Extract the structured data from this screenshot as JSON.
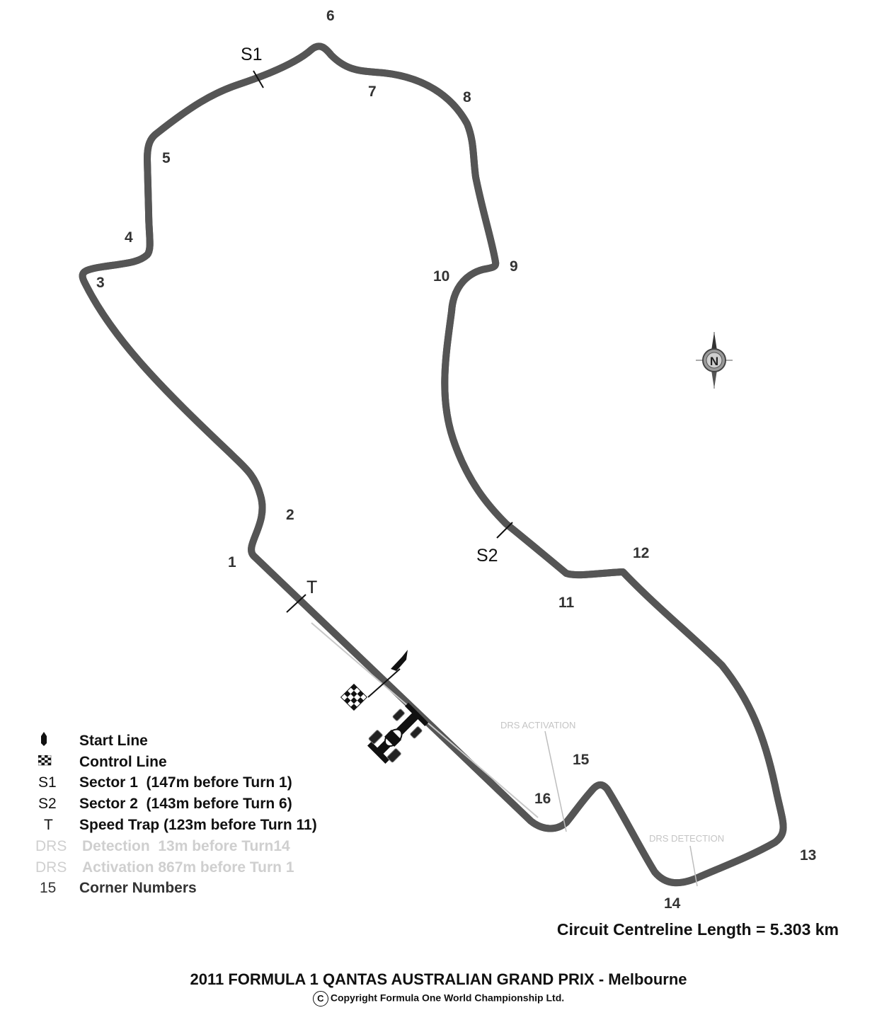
{
  "corners": [
    "1",
    "2",
    "3",
    "4",
    "5",
    "6",
    "7",
    "8",
    "9",
    "10",
    "11",
    "12",
    "13",
    "14",
    "15",
    "16"
  ],
  "sectors": {
    "s1": "S1",
    "s2": "S2",
    "t": "T"
  },
  "drs_labels": {
    "activation": "DRS ACTIVATION",
    "detection": "DRS DETECTION"
  },
  "legend": [
    {
      "symbol": "",
      "icon": "start-line-flag-icon",
      "text": "Start Line",
      "style": "normal"
    },
    {
      "symbol": "",
      "icon": "checkered-flag-icon",
      "text": "Control Line",
      "style": "normal"
    },
    {
      "symbol": "S1",
      "text": "Sector 1  (147m before Turn 1)",
      "style": "normal"
    },
    {
      "symbol": "S2",
      "text": "Sector 2  (143m before Turn 6)",
      "style": "normal"
    },
    {
      "symbol": "T",
      "text": "Speed Trap (123m before Turn 11)",
      "style": "normal"
    },
    {
      "symbol": "DRS",
      "text": "Detection  13m before Turn14",
      "style": "drs"
    },
    {
      "symbol": "DRS",
      "text": "Activation 867m before Turn 1",
      "style": "drs"
    },
    {
      "symbol": "15",
      "text": "Corner Numbers",
      "style": "corner"
    }
  ],
  "circuit_length": "Circuit Centreline Length = 5.303 km",
  "title": "2011 FORMULA 1 QANTAS AUSTRALIAN GRAND PRIX - Melbourne",
  "copyright_symbol": "C",
  "copyright_text": "Copyright Formula One World Championship Ltd.",
  "compass_letter": "N",
  "colors": {
    "track_edge": "#555555",
    "track_fill": "#d9d9d9",
    "drs": "#c8c8c8",
    "text": "#111111"
  }
}
